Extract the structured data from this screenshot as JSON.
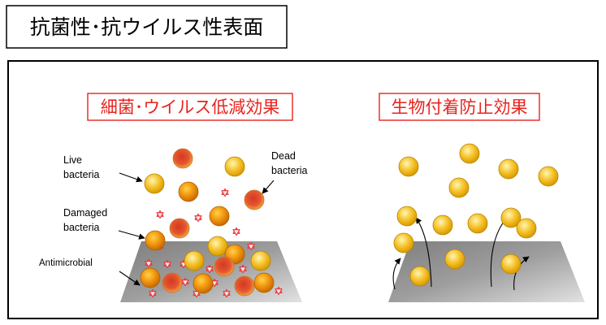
{
  "title": "抗菌性･抗ウイルス性表面",
  "panels": {
    "left": {
      "subtitle": "細菌･ウイルス低減効果",
      "labels": {
        "live": [
          "Live",
          "bacteria"
        ],
        "dead": [
          "Dead",
          "bacteria"
        ],
        "damaged": [
          "Damaged",
          "bacteria"
        ],
        "antimicrobial": "Antimicrobial"
      }
    },
    "right": {
      "subtitle": "生物付着防止効果"
    }
  },
  "colors": {
    "border": "#000000",
    "subtitle": "#e8231e",
    "live_bacteria": "#f5c22a",
    "damaged_bacteria": "#f39a10",
    "dead_bacteria": "#e4572e",
    "antimicrobial": "#e8343a",
    "surface": "#9e9e9e"
  }
}
